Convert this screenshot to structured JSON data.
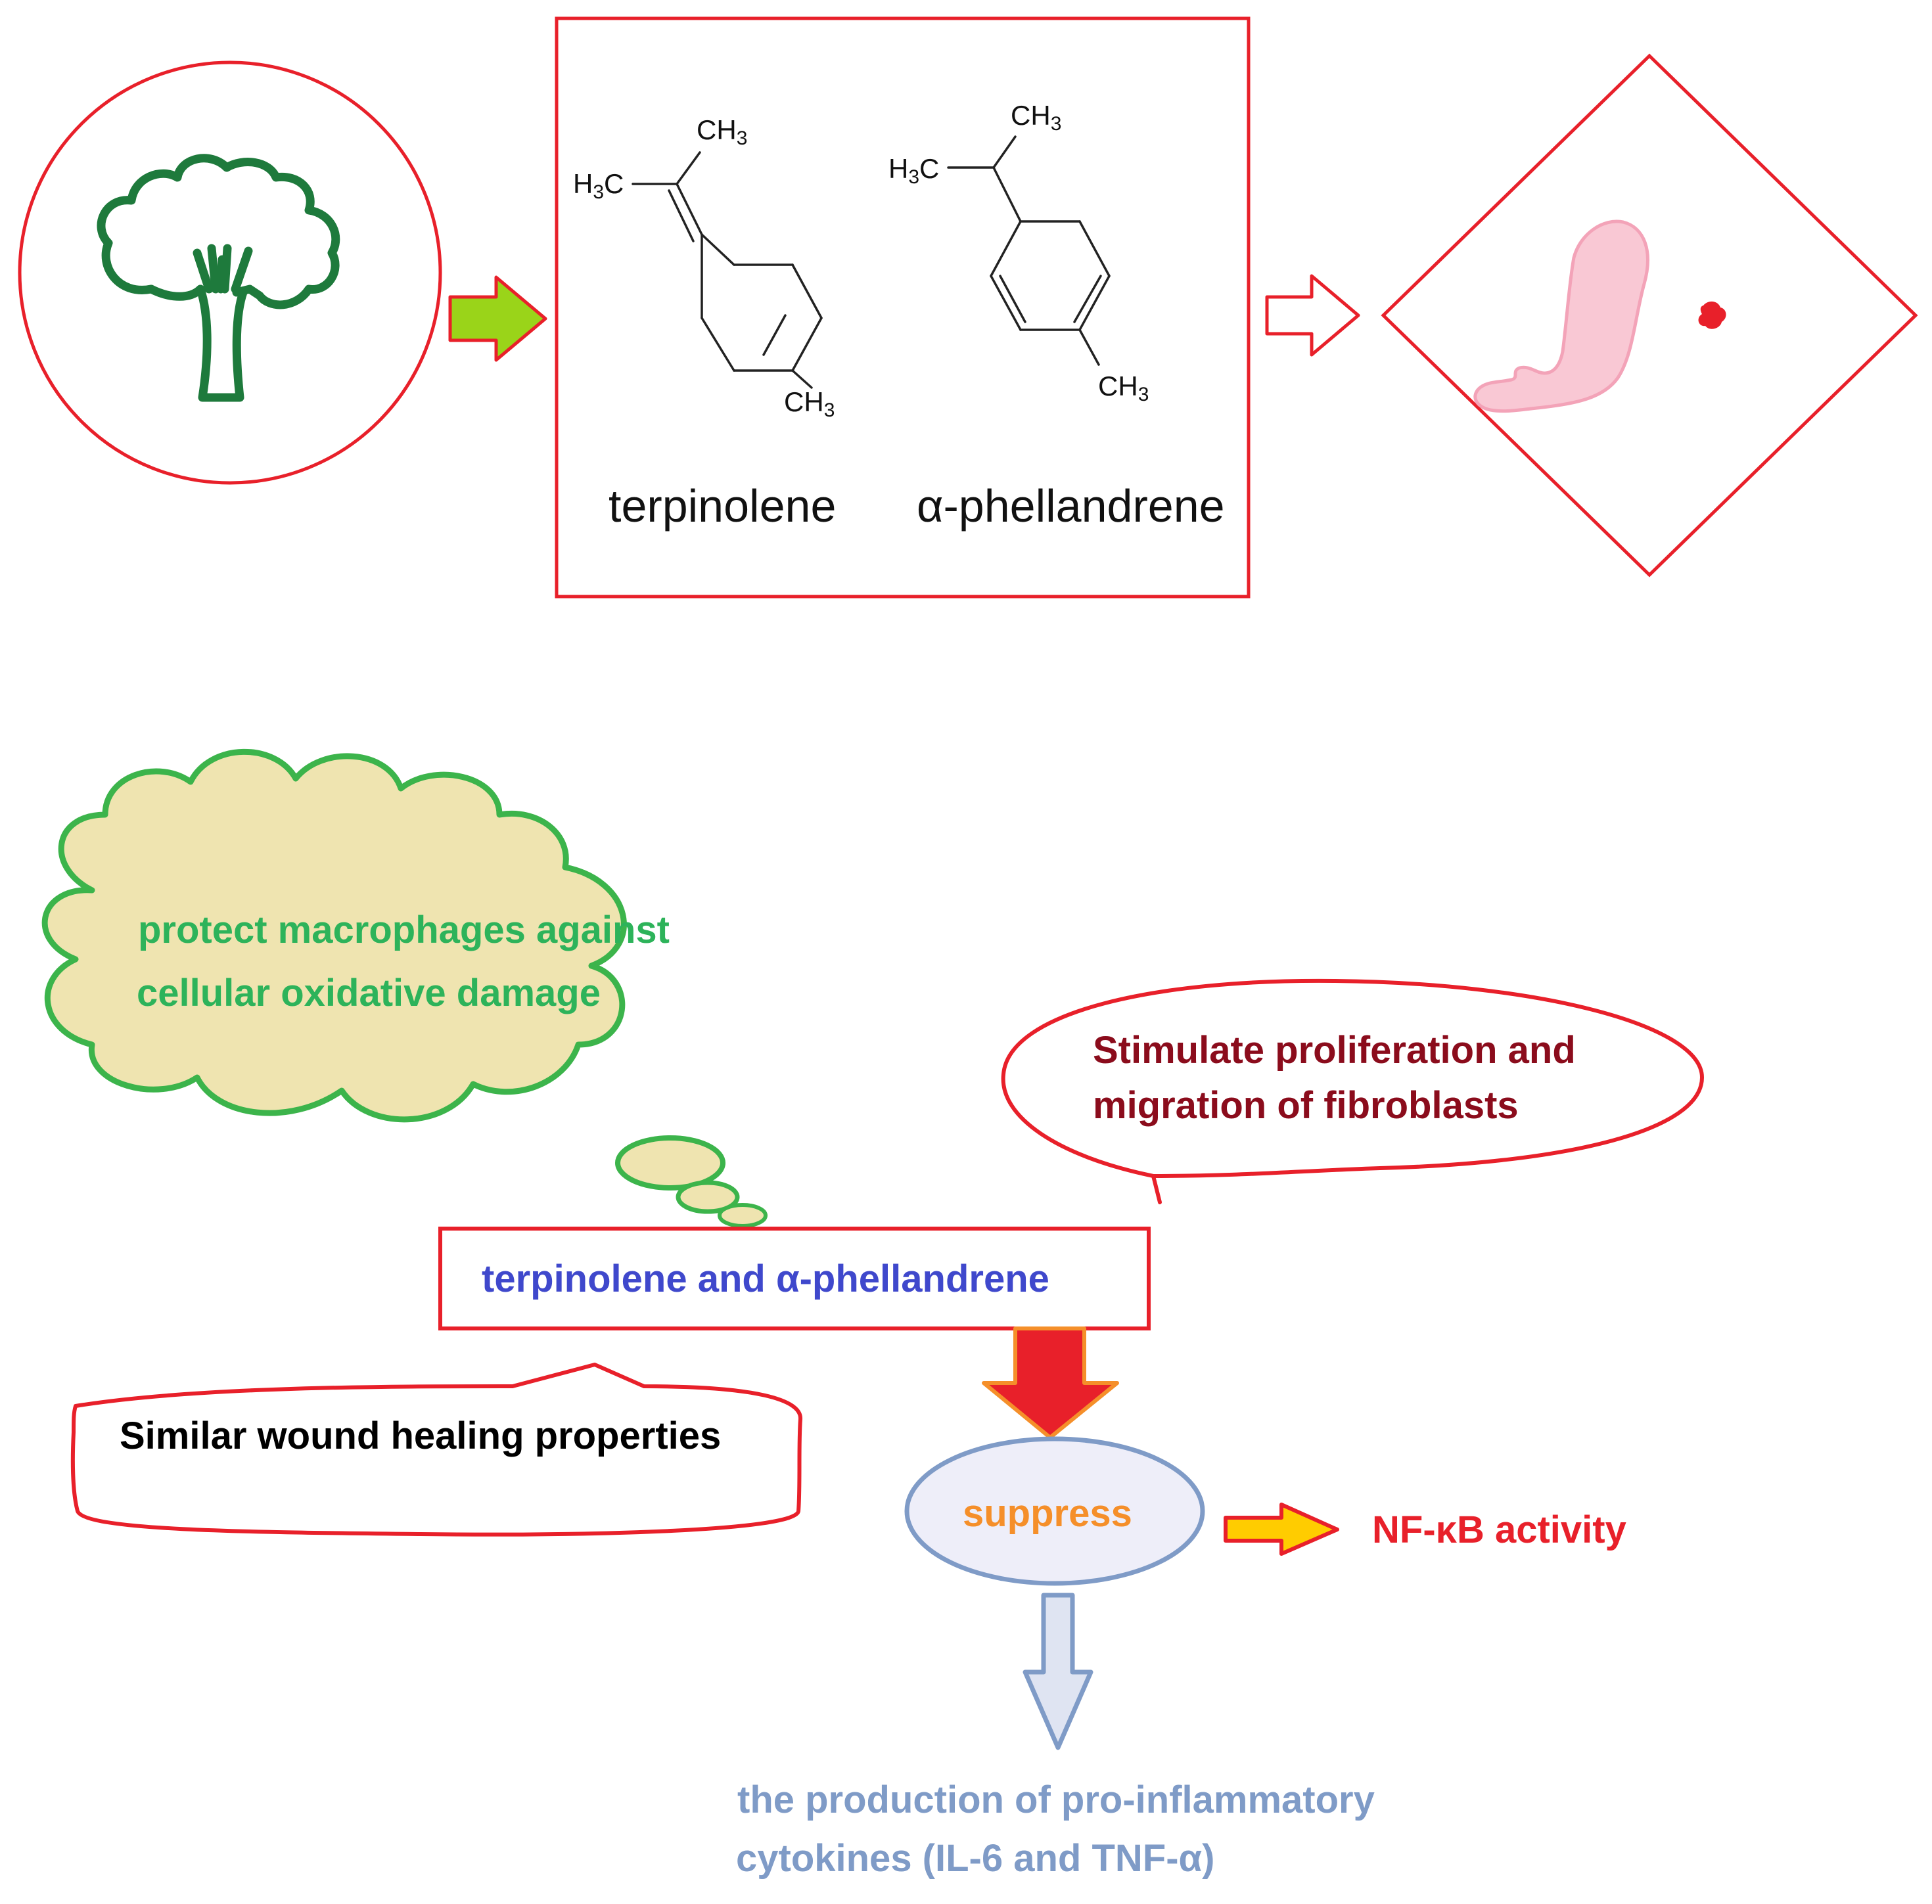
{
  "molecules": {
    "terpinolene": {
      "name": "terpinolene",
      "labels": {
        "ch3_top": "CH3",
        "h3c_left": "H3C",
        "ch3_bottom": "CH3"
      }
    },
    "phellandrene": {
      "name": "α-phellandrene",
      "labels": {
        "ch3_top": "CH3",
        "h3c_left": "H3C",
        "ch3_bottom": "CH3"
      }
    }
  },
  "cloud": {
    "line1": "protect macrophages against",
    "line2": "cellular oxidative damage"
  },
  "speech_bubble": {
    "line1": "Stimulate proliferation and",
    "line2": "migration of fibroblasts"
  },
  "center_box": {
    "text": "terpinolene and α-phellandrene"
  },
  "wound_bubble": {
    "text": "Similar wound healing properties"
  },
  "suppress": {
    "text": "suppress"
  },
  "nfkb": {
    "text": "NF-κB activity"
  },
  "cytokines": {
    "line1": "the production of pro-inflammatory",
    "line2": "cytokines (IL-6 and TNF-α)"
  },
  "icons": [
    "tree-icon",
    "arm-wound-icon"
  ],
  "colors": {
    "frame_red": "#e8202a",
    "tree_green": "#1e7a3c",
    "cloud_fill": "#efe4b0",
    "cloud_stroke": "#3cb44b",
    "cloud_text": "#2db35a",
    "speech_text": "#8b0c1c",
    "box_text": "#3f48cc",
    "suppress_fill": "#eeeef9",
    "suppress_stroke": "#7f9bc7",
    "suppress_text": "#f58f2a",
    "nfkb_text": "#e8202a",
    "cytokine_text": "#7f9bc7",
    "arrow_green": "#9ad419",
    "arrow_yellow": "#ffcc00",
    "arm_pink": "#f9c8d4"
  }
}
